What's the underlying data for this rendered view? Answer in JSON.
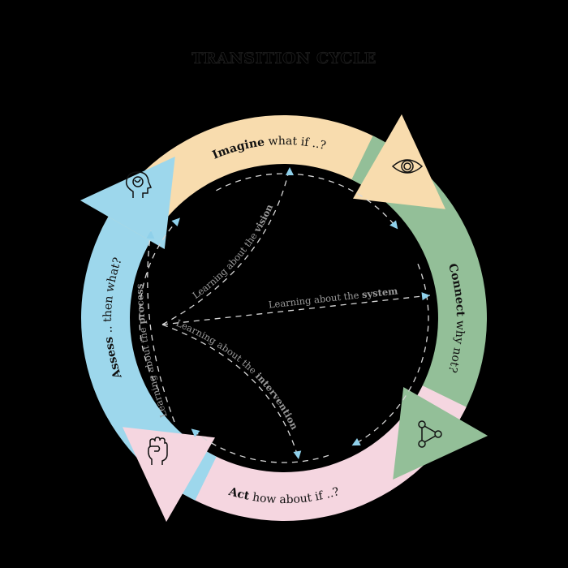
{
  "title": "TRANSITION CYCLE",
  "stages": [
    {
      "id": "imagine",
      "bold": "Imagine",
      "rest": " what if ..?",
      "color": "#f8dcae",
      "icon": "eye-icon"
    },
    {
      "id": "connect",
      "bold": "Connect",
      "rest": " why not?",
      "color": "#93bf98",
      "icon": "network-icon"
    },
    {
      "id": "act",
      "bold": "Act",
      "rest": " how about if ..?",
      "color": "#f5d6e0",
      "icon": "fist-icon"
    },
    {
      "id": "assess",
      "bold": "Assess",
      "rest": " .. then what?",
      "color": "#9dd7ec",
      "icon": "head-brain-icon"
    }
  ],
  "learning": [
    {
      "prefix": "Learning about the ",
      "bold": "vision"
    },
    {
      "prefix": "Learning about the  ",
      "bold": "system"
    },
    {
      "prefix": "Learning about the ",
      "bold": "intervention"
    },
    {
      "prefix": "Learning about the ",
      "bold": "process"
    }
  ],
  "colors": {
    "arrow": "#8fd0ea",
    "dash": "#d8d8d8",
    "learn_text": "#9a9a9a"
  }
}
